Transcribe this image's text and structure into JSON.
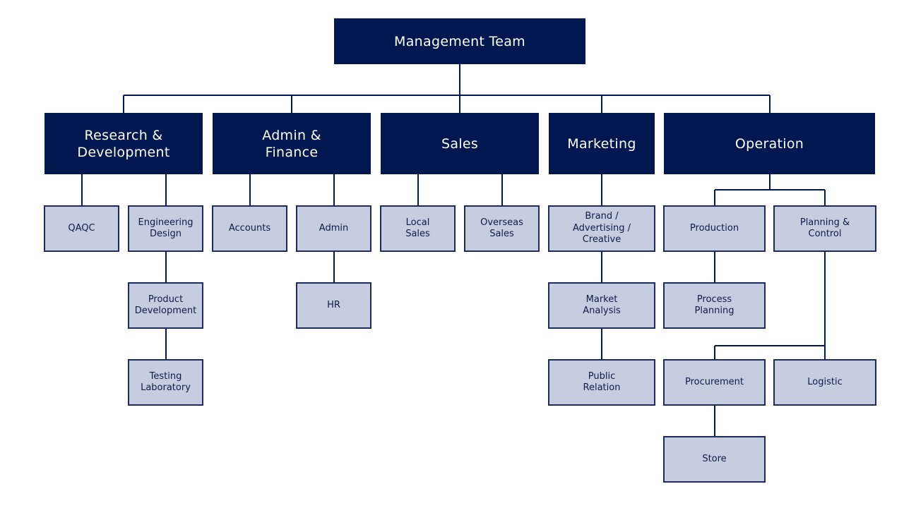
{
  "chart": {
    "root": "Management Team",
    "departments": {
      "rnd": "Research &\nDevelopment",
      "admin_finance": "Admin &\nFinance",
      "sales": "Sales",
      "marketing": "Marketing",
      "operation": "Operation"
    },
    "units": {
      "qaqc": "QAQC",
      "engineering_design": "Engineering\nDesign",
      "product_development": "Product\nDevelopment",
      "testing_laboratory": "Testing\nLaboratory",
      "accounts": "Accounts",
      "admin": "Admin",
      "hr": "HR",
      "local_sales": "Local\nSales",
      "overseas_sales": "Overseas\nSales",
      "brand_advertising_creative": "Brand /\nAdvertising /\nCreative",
      "market_analysis": "Market\nAnalysis",
      "public_relation": "Public\nRelation",
      "production": "Production",
      "planning_control": "Planning &\nControl",
      "process_planning": "Process\nPlanning",
      "procurement": "Procurement",
      "logistic": "Logistic",
      "store": "Store"
    },
    "colors": {
      "dark_box": "#011750",
      "light_box": "#c7cde0",
      "border": "#1c2a5c",
      "connector": "#011750"
    }
  }
}
